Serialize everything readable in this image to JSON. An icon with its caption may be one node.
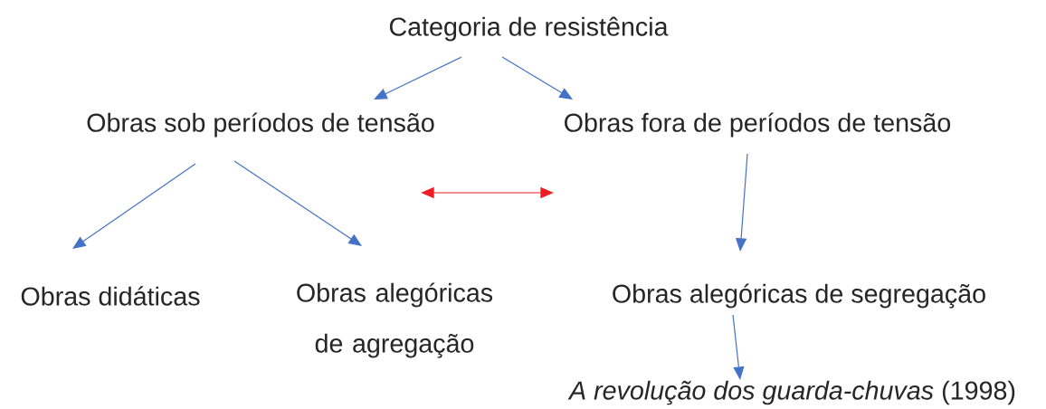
{
  "diagram": {
    "nodes": [
      {
        "text": [
          "Categoria de resistência"
        ]
      },
      {
        "text": [
          "Obras sob períodos de tensão"
        ]
      },
      {
        "text": [
          "Obras fora de períodos de tensão"
        ]
      },
      {
        "text": [
          "Obras didáticas"
        ]
      },
      {
        "text": [
          "Obras alegóricas de agregação"
        ]
      },
      {
        "text": [
          "Obras alegóricas de segregação"
        ]
      },
      {
        "text": [
          "*A revolução dos guarda-chuvas* (1998)"
        ]
      }
    ],
    "edges": [
      {
        "from": 0,
        "to": 1,
        "arrow": "to"
      },
      {
        "from": 0,
        "to": 2,
        "arrow": "to"
      },
      {
        "from": 1,
        "to": 3,
        "arrow": "to"
      },
      {
        "from": 1,
        "to": 4,
        "arrow": "to"
      },
      {
        "from": 2,
        "to": 5,
        "arrow": "to"
      },
      {
        "from": 5,
        "to": 6,
        "arrow": "to"
      }
    ]
  }
}
